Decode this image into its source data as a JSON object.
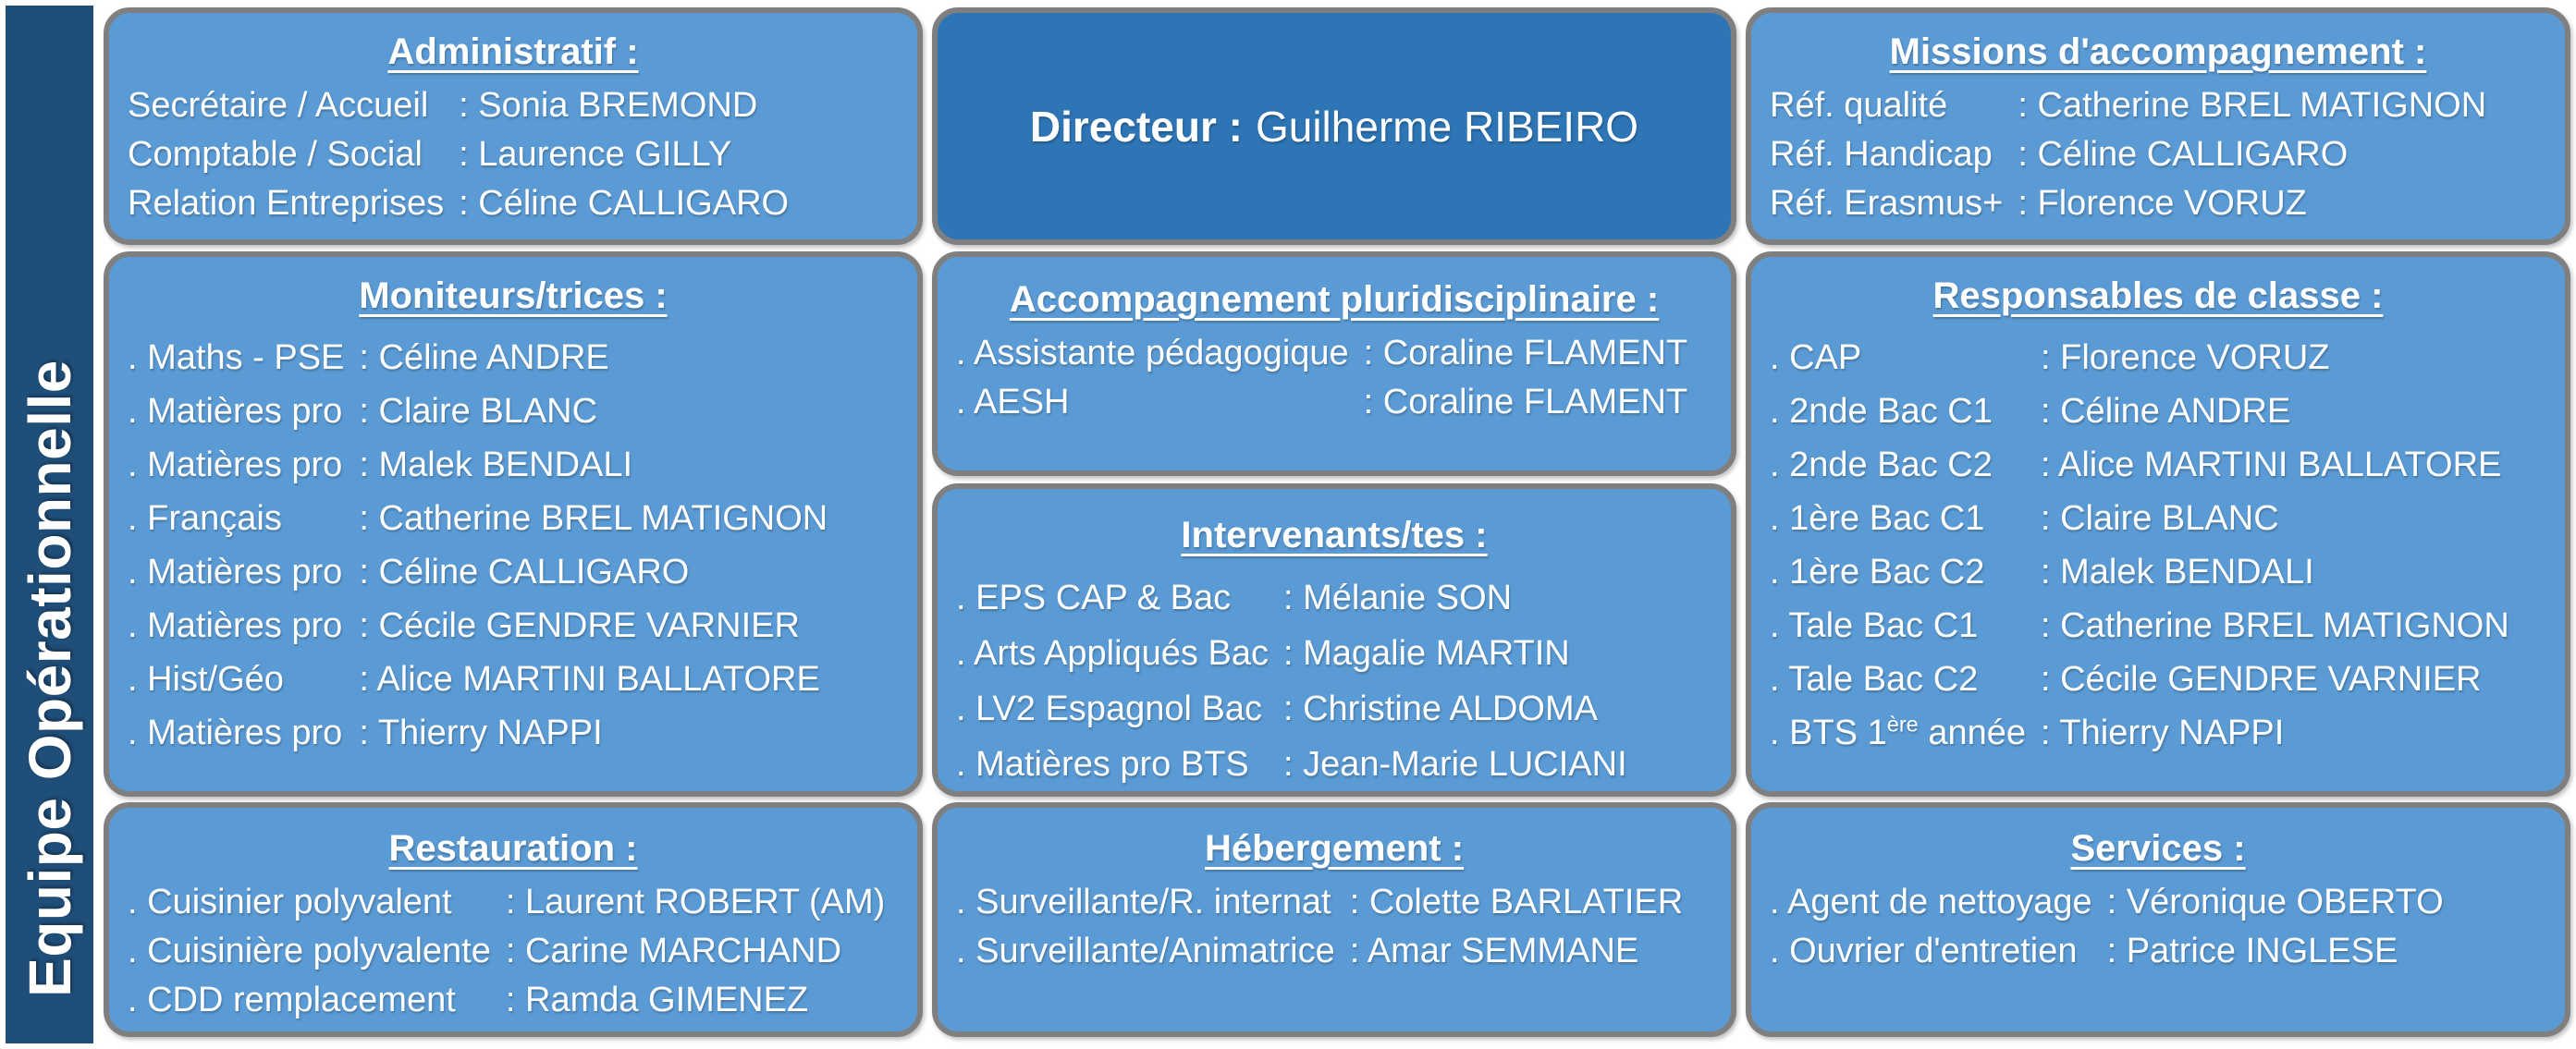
{
  "colors": {
    "sidebar_bg": "#1F4E79",
    "box_bg": "#5B9BD5",
    "box_dark_bg": "#2E75B6",
    "border": "#7F7F7F",
    "text": "#FFFFFF"
  },
  "sidebar": {
    "label": "Equipe Opérationnelle"
  },
  "boxes": {
    "administratif": {
      "title": "Administratif :",
      "rows": [
        {
          "label": "Secrétaire / Accueil",
          "value": ": Sonia BREMOND"
        },
        {
          "label": "Comptable / Social",
          "value": ": Laurence GILLY"
        },
        {
          "label": "Relation Entreprises",
          "value": ": Céline CALLIGARO"
        }
      ]
    },
    "directeur": {
      "label": "Directeur :",
      "name": "Guilherme RIBEIRO"
    },
    "missions": {
      "title": "Missions d'accompagnement :",
      "rows": [
        {
          "label": "Réf. qualité",
          "value": ": Catherine BREL MATIGNON"
        },
        {
          "label": "Réf. Handicap",
          "value": ": Céline CALLIGARO"
        },
        {
          "label": "Réf. Erasmus+",
          "value": ": Florence VORUZ"
        }
      ]
    },
    "moniteurs": {
      "title": "Moniteurs/trices :",
      "rows": [
        {
          "label": ". Maths - PSE",
          "value": ": Céline ANDRE"
        },
        {
          "label": ". Matières pro",
          "value": ": Claire BLANC"
        },
        {
          "label": ". Matières pro",
          "value": ": Malek BENDALI"
        },
        {
          "label": ". Français",
          "value": ": Catherine BREL MATIGNON"
        },
        {
          "label": ". Matières pro",
          "value": ": Céline CALLIGARO"
        },
        {
          "label": ". Matières pro",
          "value": ": Cécile GENDRE VARNIER"
        },
        {
          "label": ". Hist/Géo",
          "value": ": Alice MARTINI BALLATORE"
        },
        {
          "label": ". Matières pro",
          "value": ": Thierry NAPPI"
        }
      ]
    },
    "accompagnement": {
      "title": "Accompagnement pluridisciplinaire :",
      "rows": [
        {
          "label": ". Assistante pédagogique",
          "value": ": Coraline FLAMENT"
        },
        {
          "label": ". AESH",
          "value": ": Coraline FLAMENT"
        }
      ]
    },
    "intervenants": {
      "title": "Intervenants/tes :",
      "rows": [
        {
          "label": ". EPS CAP & Bac",
          "value": ": Mélanie SON"
        },
        {
          "label": ". Arts Appliqués Bac",
          "value": ": Magalie MARTIN"
        },
        {
          "label": ". LV2 Espagnol Bac",
          "value": ": Christine ALDOMA"
        },
        {
          "label": ". Matières pro BTS",
          "value": ": Jean-Marie LUCIANI"
        }
      ]
    },
    "responsables": {
      "title": "Responsables de classe :",
      "rows": [
        {
          "label": ". CAP",
          "value": ": Florence VORUZ"
        },
        {
          "label": ". 2nde Bac C1",
          "value": ": Céline ANDRE"
        },
        {
          "label": ". 2nde Bac C2",
          "value": ": Alice MARTINI BALLATORE"
        },
        {
          "label": ". 1ère Bac C1",
          "value": ": Claire BLANC"
        },
        {
          "label": ". 1ère Bac C2",
          "value": ": Malek BENDALI"
        },
        {
          "label": ". Tale Bac C1",
          "value": ": Catherine BREL MATIGNON"
        },
        {
          "label": ". Tale Bac C2",
          "value": ": Cécile GENDRE VARNIER"
        },
        {
          "label_pre": ". BTS 1",
          "label_sup": "ère",
          "label_post": " année",
          "value": ": Thierry NAPPI"
        }
      ]
    },
    "restauration": {
      "title": "Restauration :",
      "rows": [
        {
          "label": ". Cuisinier polyvalent",
          "value": ": Laurent ROBERT (AM)"
        },
        {
          "label": ". Cuisinière polyvalente",
          "value": ": Carine MARCHAND"
        },
        {
          "label": ". CDD remplacement",
          "value": ": Ramda GIMENEZ"
        }
      ]
    },
    "hebergement": {
      "title": "Hébergement :",
      "rows": [
        {
          "label": ". Surveillante/R. internat",
          "value": ": Colette BARLATIER"
        },
        {
          "label": ". Surveillante/Animatrice",
          "value": ": Amar SEMMANE"
        }
      ]
    },
    "services": {
      "title": "Services :",
      "rows": [
        {
          "label": ". Agent de nettoyage",
          "value": ": Véronique OBERTO"
        },
        {
          "label": ". Ouvrier d'entretien",
          "value": ": Patrice INGLESE"
        }
      ]
    }
  }
}
